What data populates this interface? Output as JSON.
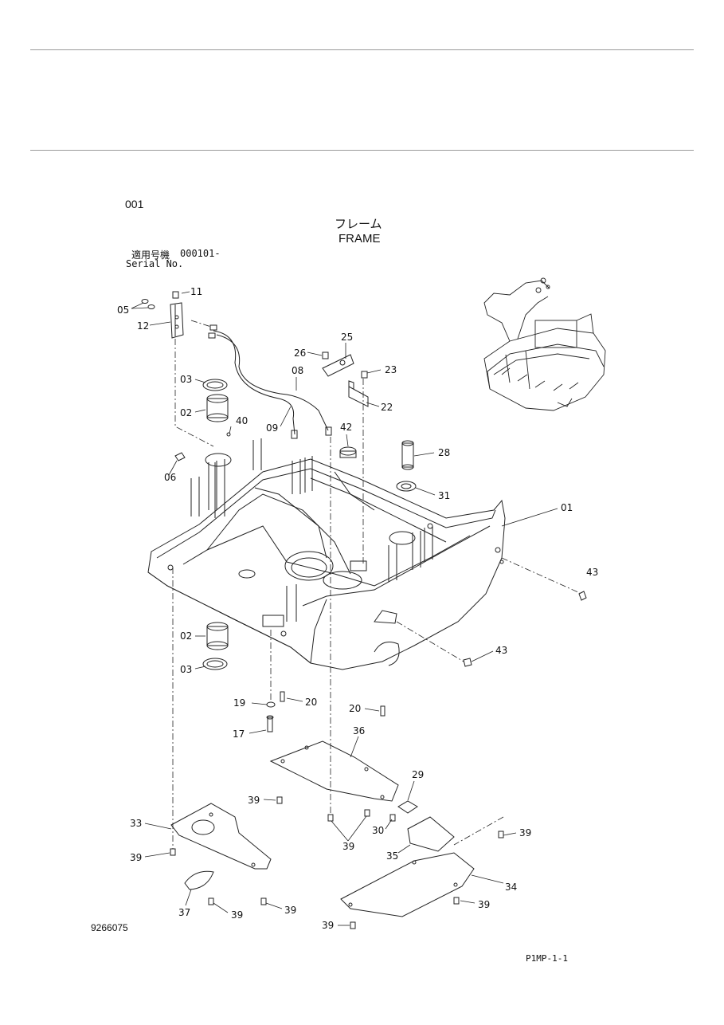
{
  "header": {
    "page_number": "001",
    "title_jp": "フレーム",
    "title_en": "FRAME",
    "serial_label_jp": "適用号機",
    "serial_value": "000101-",
    "serial_label_en": "Serial No."
  },
  "footer": {
    "drawing_number": "9266075",
    "page_code": "P1MP-1-1"
  },
  "parts": [
    "01",
    "02",
    "02",
    "03",
    "03",
    "05",
    "06",
    "08",
    "09",
    "11",
    "12",
    "17",
    "19",
    "20",
    "20",
    "22",
    "23",
    "25",
    "26",
    "28",
    "29",
    "30",
    "31",
    "33",
    "34",
    "35",
    "36",
    "37",
    "39",
    "39",
    "39",
    "39",
    "39",
    "39",
    "39",
    "39",
    "40",
    "42",
    "43",
    "43"
  ],
  "colors": {
    "line": "#222222",
    "rule": "#9a9a9a",
    "background": "#ffffff"
  }
}
